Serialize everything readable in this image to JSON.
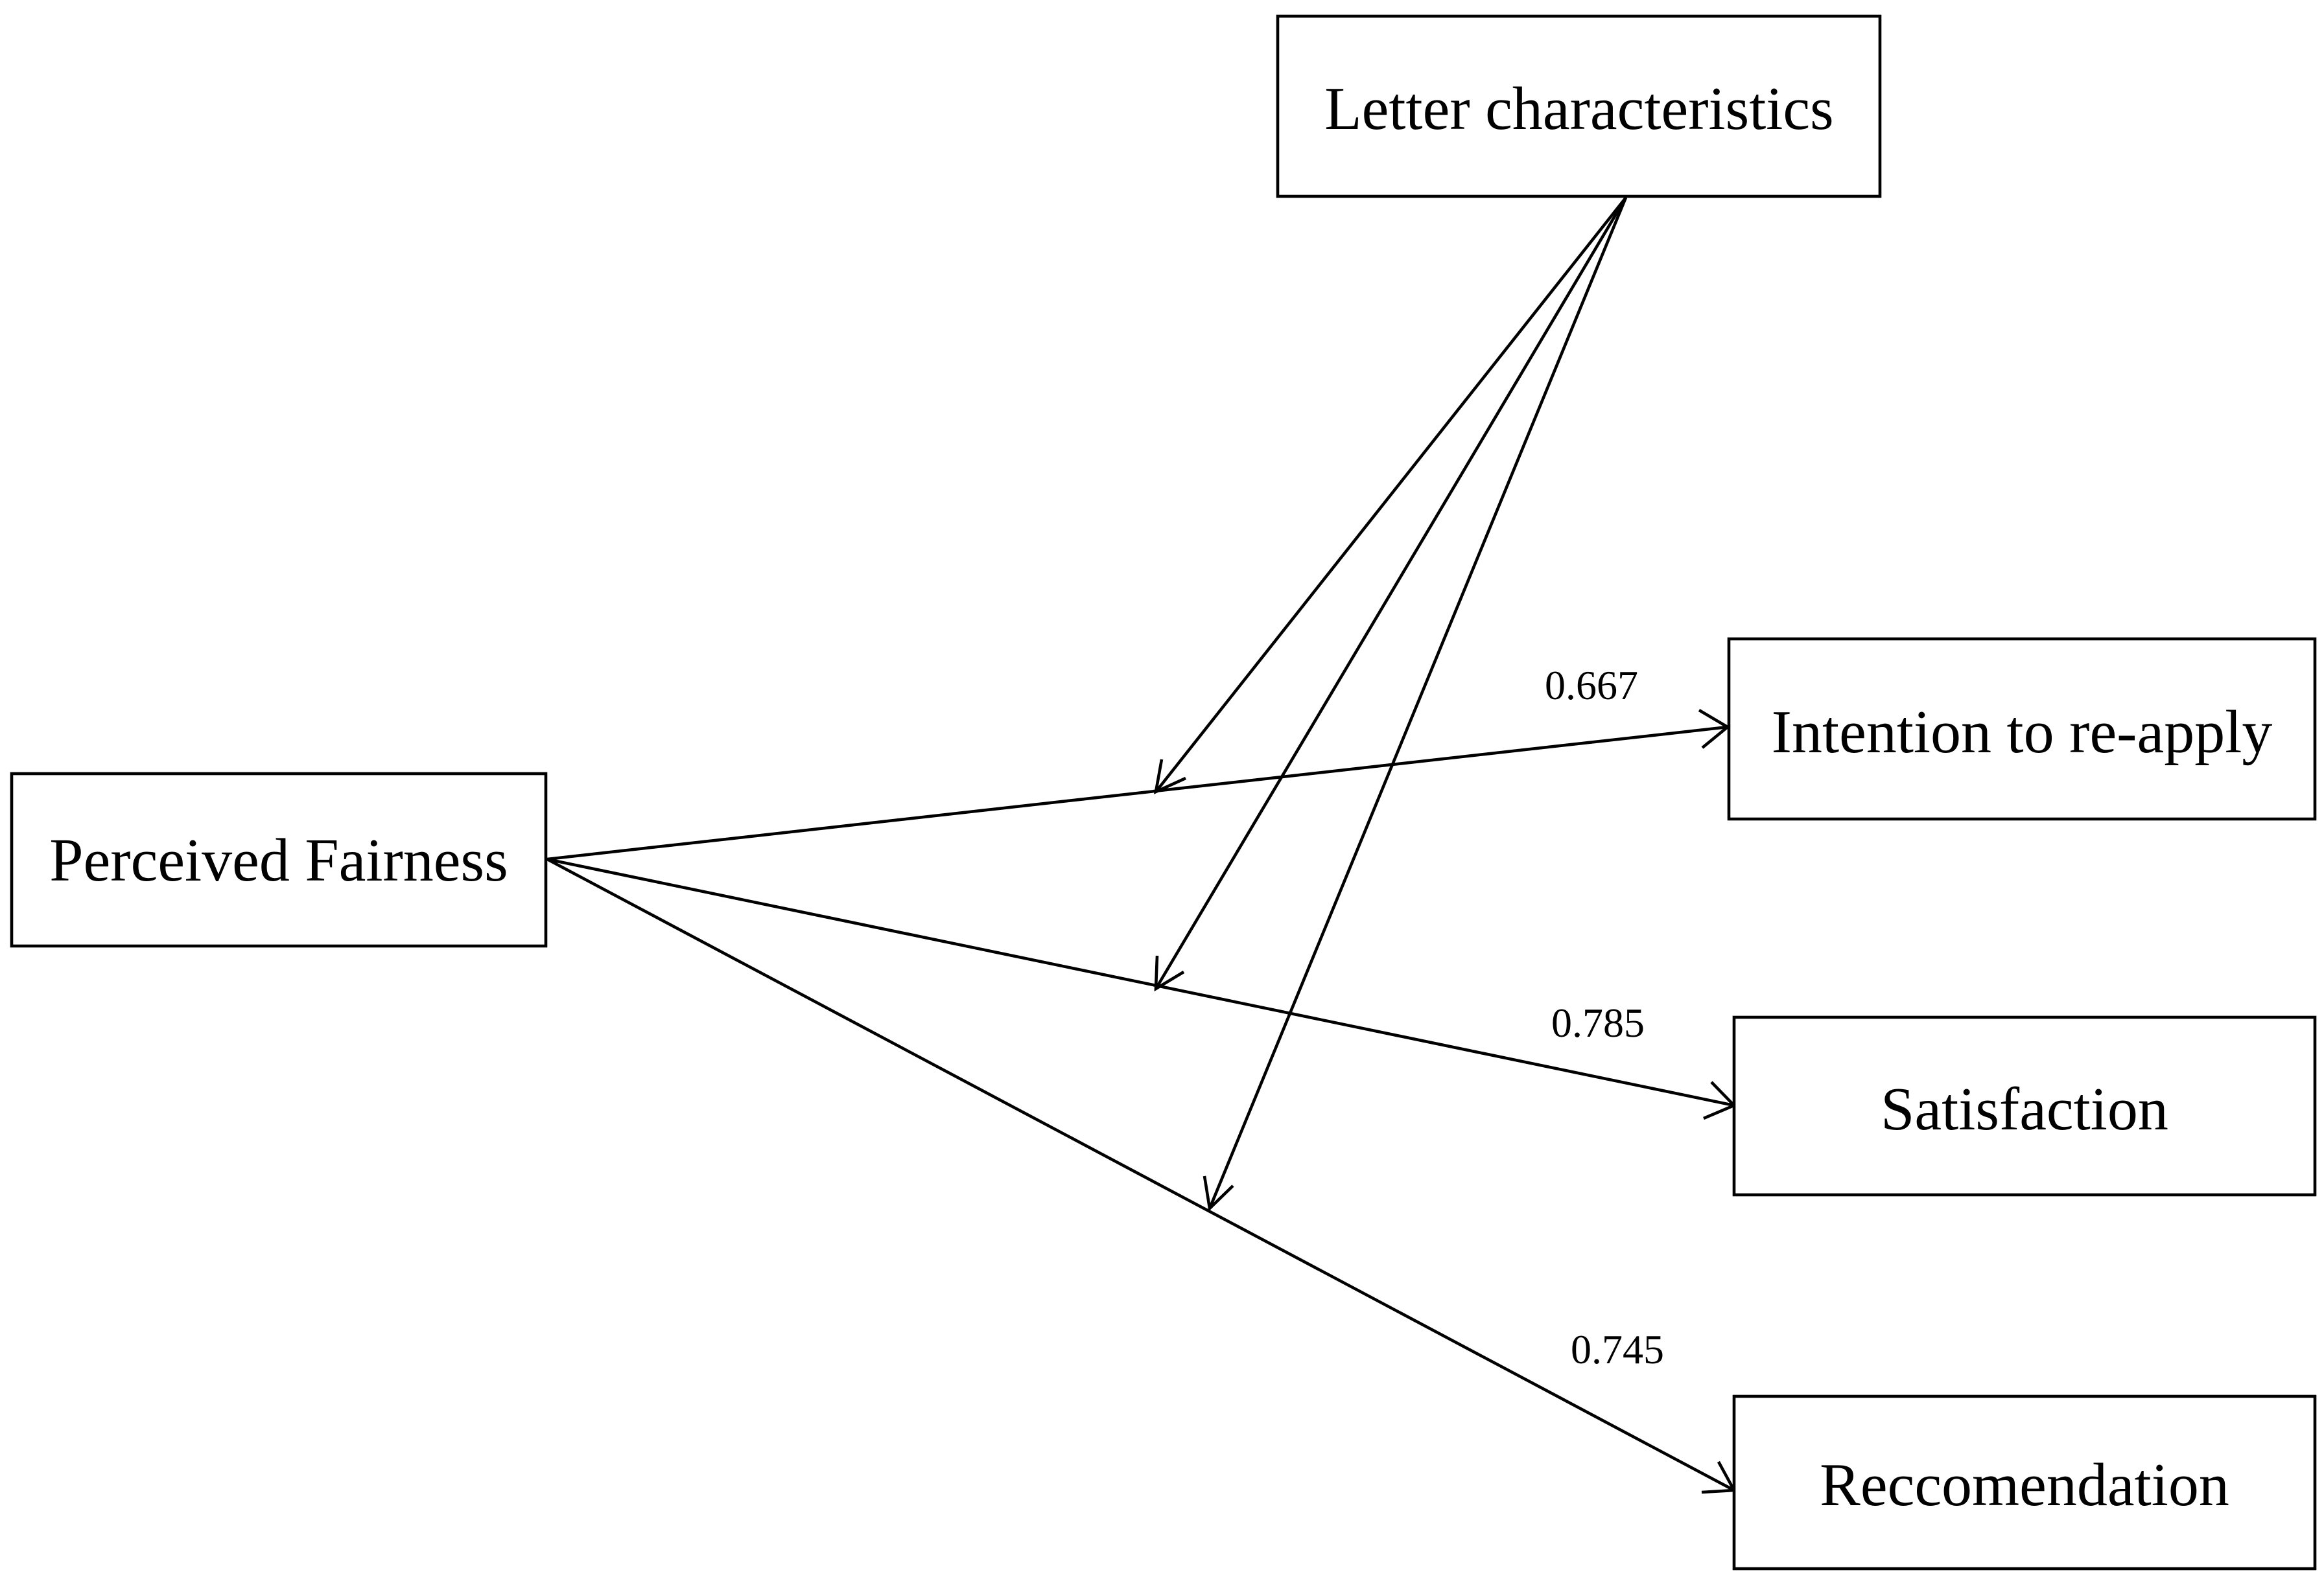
{
  "nodes": {
    "letter_characteristics": "Letter characteristics",
    "perceived_fairness": "Perceived Fairness",
    "intention_to_reapply": "Intention to re-apply",
    "satisfaction": "Satisfaction",
    "recommendation": "Reccomendation"
  },
  "edges": [
    {
      "from": "Perceived Fairness",
      "to": "Intention to re-apply",
      "coefficient": "0.667"
    },
    {
      "from": "Perceived Fairness",
      "to": "Satisfaction",
      "coefficient": "0.785"
    },
    {
      "from": "Perceived Fairness",
      "to": "Reccomendation",
      "coefficient": "0.745"
    }
  ],
  "moderator_edges": [
    {
      "from": "Letter characteristics",
      "to": "Perceived Fairness → Intention to re-apply"
    },
    {
      "from": "Letter characteristics",
      "to": "Perceived Fairness → Satisfaction"
    },
    {
      "from": "Letter characteristics",
      "to": "Perceived Fairness → Reccomendation"
    }
  ]
}
